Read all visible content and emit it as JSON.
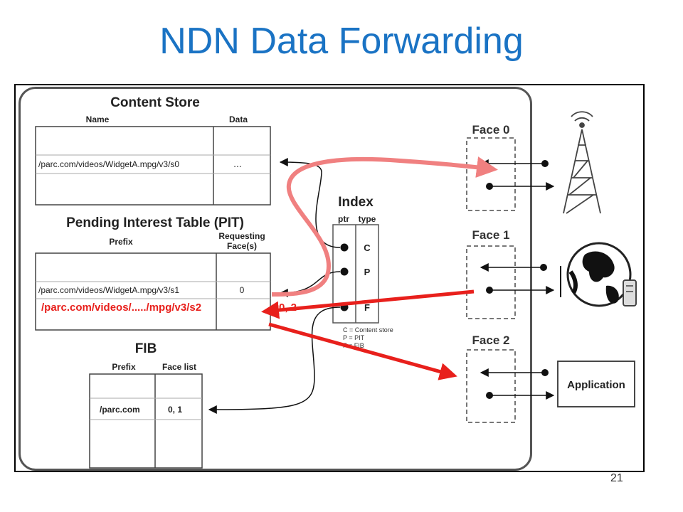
{
  "slide": {
    "title": "NDN Data Forwarding",
    "page_number": "21"
  },
  "content_store": {
    "title": "Content Store",
    "col_name": "Name",
    "col_data": "Data",
    "row_name": "/parc.com/videos/WidgetA.mpg/v3/s0",
    "row_data": "..."
  },
  "pit": {
    "title": "Pending Interest Table (PIT)",
    "col_prefix": "Prefix",
    "col_faces_line1": "Requesting",
    "col_faces_line2": "Face(s)",
    "row_prefix": "/parc.com/videos/WidgetA.mpg/v3/s1",
    "row_face": "0",
    "overlay_prefix": "/parc.com/videos/...../mpg/v3/s2",
    "overlay_faces": "0, 2"
  },
  "index": {
    "title": "Index",
    "col_ptr": "ptr",
    "col_type": "type",
    "types": [
      "C",
      "P",
      "F"
    ],
    "legend": [
      "C = Content store",
      "P = PIT",
      "F = FIB"
    ]
  },
  "fib": {
    "title": "FIB",
    "col_prefix": "Prefix",
    "col_faces": "Face list",
    "row_prefix": "/parc.com",
    "row_faces": "0, 1"
  },
  "faces": [
    {
      "label": "Face 0",
      "device_icon": "radio-tower-icon"
    },
    {
      "label": "Face 1",
      "device_icon": "globe-network-icon"
    },
    {
      "label": "Face 2",
      "device_label": "Application"
    }
  ],
  "colors": {
    "title": "#1a73c4",
    "highlight_red": "#e8201c",
    "highlight_pink": "#f08080"
  }
}
